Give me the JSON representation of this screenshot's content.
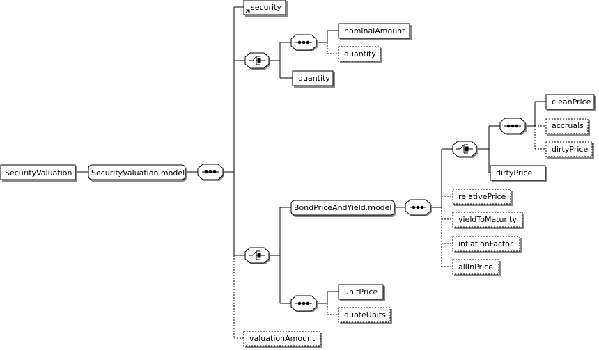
{
  "colors": {
    "line": "#000000",
    "shadow": "#888888",
    "fill": "#ffffff"
  },
  "elements": {
    "root": "SecurityValuation",
    "model": "SecurityValuation.model",
    "security": "security",
    "nominalAmount": "nominalAmount",
    "quantity_optional": "quantity",
    "quantity": "quantity",
    "bondModel": "BondPriceAndYield.model",
    "cleanPrice": "cleanPrice",
    "accruals": "accruals",
    "dirtyPrice_optional": "dirtyPrice",
    "dirtyPrice": "dirtyPrice",
    "relativePrice": "relativePrice",
    "yieldToMaturity": "yieldToMaturity",
    "inflationFactor": "inflationFactor",
    "allInPrice": "allInPrice",
    "unitPrice": "unitPrice",
    "quoteUnits": "quoteUnits",
    "valuationAmount": "valuationAmount"
  },
  "icons": {
    "sequence": "sequence-compositor-icon",
    "choice": "choice-compositor-icon",
    "reference": "reference-arrow-icon"
  }
}
